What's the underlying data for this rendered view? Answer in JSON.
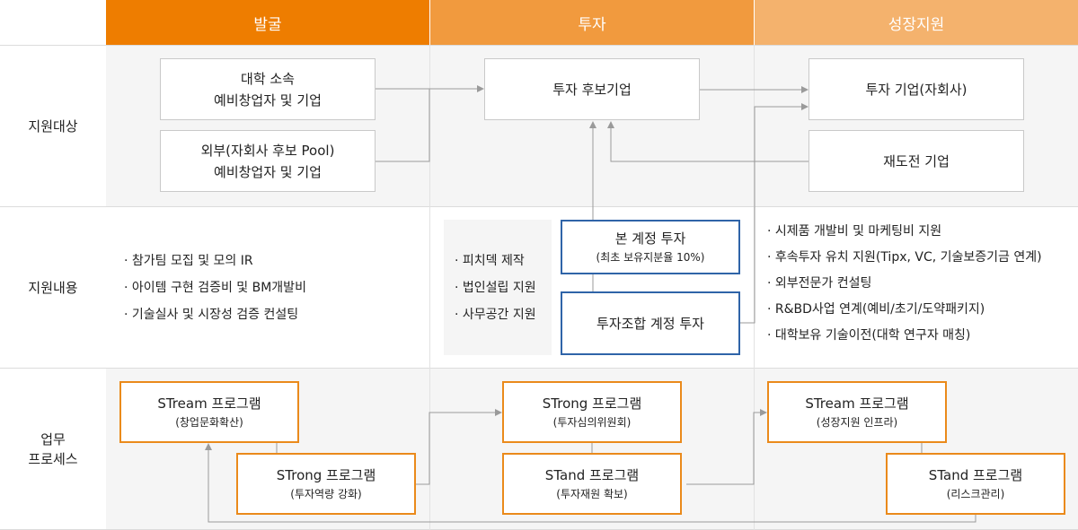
{
  "columns": [
    {
      "label": "발굴",
      "color": "#ee7d00"
    },
    {
      "label": "투자",
      "color": "#f19a3e"
    },
    {
      "label": "성장지원",
      "color": "#f4b26d"
    }
  ],
  "rows": {
    "targets": "지원대상",
    "content": "지원내용",
    "process_line1": "업무",
    "process_line2": "프로세스"
  },
  "targets": {
    "univ_line1": "대학 소속",
    "univ_line2": "예비창업자 및 기업",
    "ext_line1": "외부(자회사 후보 Pool)",
    "ext_line2": "예비창업자 및 기업",
    "candidate": "투자 후보기업",
    "invested": "투자 기업(자회사)",
    "rechallenge": "재도전 기업"
  },
  "content": {
    "discovery": [
      "· 참가팀 모집 및 모의 IR",
      "· 아이템 구현 검증비 및 BM개발비",
      "· 기술실사 및 시장성 검증 컨설팅"
    ],
    "invest_support": [
      "· 피치덱 제작",
      "· 법인설립 지원",
      "· 사무공간 지원"
    ],
    "main_account_title": "본 계정 투자",
    "main_account_sub": "(최초 보유지분율 10%)",
    "union_account": "투자조합 계정 투자",
    "growth": [
      "· 시제품 개발비 및 마케팅비 지원",
      "· 후속투자 유치 지원(Tipx, VC, 기술보증기금 연계)",
      "· 외부전문가 컨설팅",
      "· R&BD사업 연계(예비/초기/도약패키지)",
      "· 대학보유 기술이전(대학 연구자 매칭)"
    ]
  },
  "process": {
    "stream1": {
      "title": "STream 프로그램",
      "sub": "(창업문화확산)"
    },
    "strong1": {
      "title": "STrong 프로그램",
      "sub": "(투자역량 강화)"
    },
    "strong2": {
      "title": "STrong 프로그램",
      "sub": "(투자심의위원회)"
    },
    "stand1": {
      "title": "STand 프로그램",
      "sub": "(투자재원 확보)"
    },
    "stream2": {
      "title": "STream 프로그램",
      "sub": "(성장지원 인프라)"
    },
    "stand2": {
      "title": "STand 프로그램",
      "sub": "(리스크관리)"
    }
  },
  "colors": {
    "band": "#f5f5f5",
    "blue_border": "#2f64a8",
    "orange_border": "#ea8a1b",
    "line": "#9a9a9a"
  }
}
